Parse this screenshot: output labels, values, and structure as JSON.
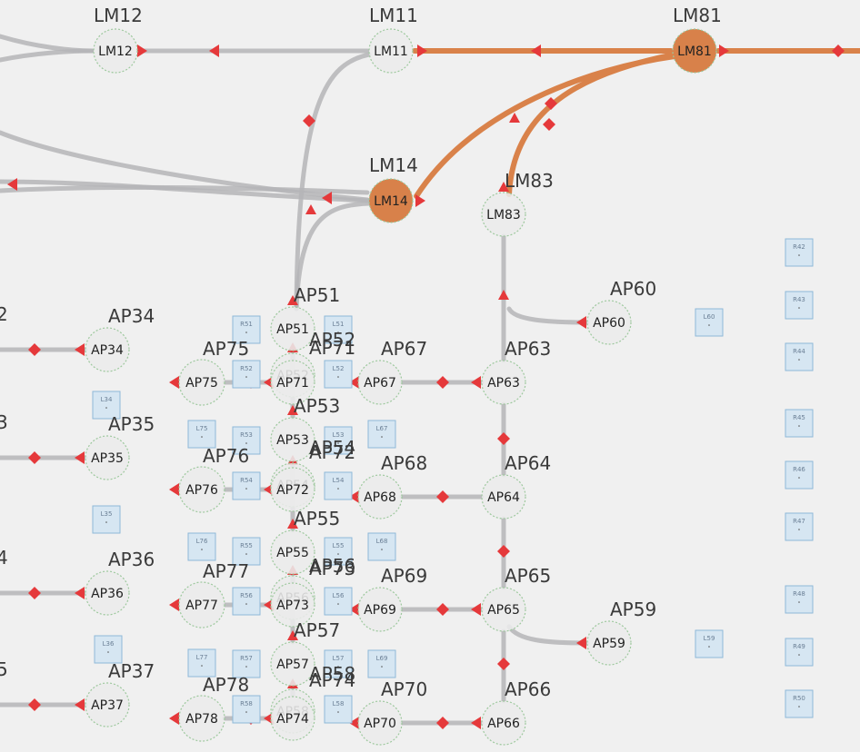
{
  "colors": {
    "background": "#f0f0f0",
    "edge_gray": "#b5b5b7",
    "edge_orange": "#d9824a",
    "arrow_red": "#e5393b",
    "node_fill": "#ebebeb",
    "node_fill_active": "#d8814a",
    "node_stroke": "#9dc89d",
    "box_fill": "#d6e6f2",
    "box_stroke": "#8eb8d8"
  },
  "nodes": [
    {
      "id": "LM12",
      "label": "LM12",
      "active": false
    },
    {
      "id": "LM11",
      "label": "LM11",
      "active": false
    },
    {
      "id": "LM81",
      "label": "LM81",
      "active": true
    },
    {
      "id": "LM14",
      "label": "LM14",
      "active": true
    },
    {
      "id": "LM83",
      "label": "LM83",
      "active": false
    },
    {
      "id": "AP60",
      "label": "AP60",
      "active": false
    },
    {
      "id": "AP34",
      "label": "AP34",
      "active": false
    },
    {
      "id": "AP35",
      "label": "AP35",
      "active": false
    },
    {
      "id": "AP36",
      "label": "AP36",
      "active": false
    },
    {
      "id": "AP37",
      "label": "AP37",
      "active": false
    },
    {
      "id": "AP75",
      "label": "AP75",
      "active": false
    },
    {
      "id": "AP76",
      "label": "AP76",
      "active": false
    },
    {
      "id": "AP77",
      "label": "AP77",
      "active": false
    },
    {
      "id": "AP78",
      "label": "AP78",
      "active": false
    },
    {
      "id": "AP51",
      "label": "AP51",
      "active": false
    },
    {
      "id": "AP52",
      "label": "AP52",
      "active": false
    },
    {
      "id": "AP71",
      "label": "AP71",
      "active": false
    },
    {
      "id": "AP53",
      "label": "AP53",
      "active": false
    },
    {
      "id": "AP54",
      "label": "AP54",
      "active": false
    },
    {
      "id": "AP72",
      "label": "AP72",
      "active": false
    },
    {
      "id": "AP55",
      "label": "AP55",
      "active": false
    },
    {
      "id": "AP56",
      "label": "AP56",
      "active": false
    },
    {
      "id": "AP73",
      "label": "AP73",
      "active": false
    },
    {
      "id": "AP57",
      "label": "AP57",
      "active": false
    },
    {
      "id": "AP58",
      "label": "AP58",
      "active": false
    },
    {
      "id": "AP74",
      "label": "AP74",
      "active": false
    },
    {
      "id": "AP67",
      "label": "AP67",
      "active": false
    },
    {
      "id": "AP68",
      "label": "AP68",
      "active": false
    },
    {
      "id": "AP69",
      "label": "AP69",
      "active": false
    },
    {
      "id": "AP70",
      "label": "AP70",
      "active": false
    },
    {
      "id": "AP63",
      "label": "AP63",
      "active": false
    },
    {
      "id": "AP64",
      "label": "AP64",
      "active": false
    },
    {
      "id": "AP65",
      "label": "AP65",
      "active": false
    },
    {
      "id": "AP66",
      "label": "AP66",
      "active": false
    },
    {
      "id": "AP59",
      "label": "AP59",
      "active": false
    }
  ],
  "edges": [
    {
      "from": "LM11",
      "to": "LM12",
      "active": false
    },
    {
      "from": "LM81",
      "to": "LM11",
      "active": true
    },
    {
      "from": "LM81",
      "to": "LM14",
      "active": true
    },
    {
      "from": "LM81",
      "to": "LM83",
      "active": true
    },
    {
      "from": "LM14",
      "to": "LM12",
      "active": false
    },
    {
      "from": "LM11",
      "to": "AP51",
      "active": false
    },
    {
      "from": "LM14",
      "to": "AP51",
      "active": false
    },
    {
      "from": "LM83",
      "to": "AP63",
      "active": false
    },
    {
      "from": "LM83",
      "to": "AP60",
      "active": false
    },
    {
      "from": "AP63",
      "to": "AP67",
      "active": false
    },
    {
      "from": "AP64",
      "to": "AP68",
      "active": false
    },
    {
      "from": "AP65",
      "to": "AP69",
      "active": false
    },
    {
      "from": "AP66",
      "to": "AP70",
      "active": false
    },
    {
      "from": "AP65",
      "to": "AP59",
      "active": false
    },
    {
      "from": "AP71",
      "to": "AP75",
      "active": false
    },
    {
      "from": "AP72",
      "to": "AP76",
      "active": false
    },
    {
      "from": "AP73",
      "to": "AP77",
      "active": false
    },
    {
      "from": "AP74",
      "to": "AP78",
      "active": false
    }
  ],
  "boxes": [
    "R51",
    "L51",
    "R52",
    "L52",
    "L75",
    "R53",
    "L53",
    "L67",
    "R54",
    "L54",
    "L76",
    "R55",
    "L55",
    "L68",
    "R56",
    "L56",
    "L77",
    "R57",
    "L57",
    "L69",
    "R58",
    "L58",
    "L34",
    "L35",
    "L36",
    "L60",
    "L59",
    "R42",
    "R43",
    "R44",
    "R45",
    "R46",
    "R47",
    "R48",
    "R49",
    "R50"
  ],
  "edge_labels_cut": [
    "2",
    "3",
    "4",
    "5"
  ]
}
